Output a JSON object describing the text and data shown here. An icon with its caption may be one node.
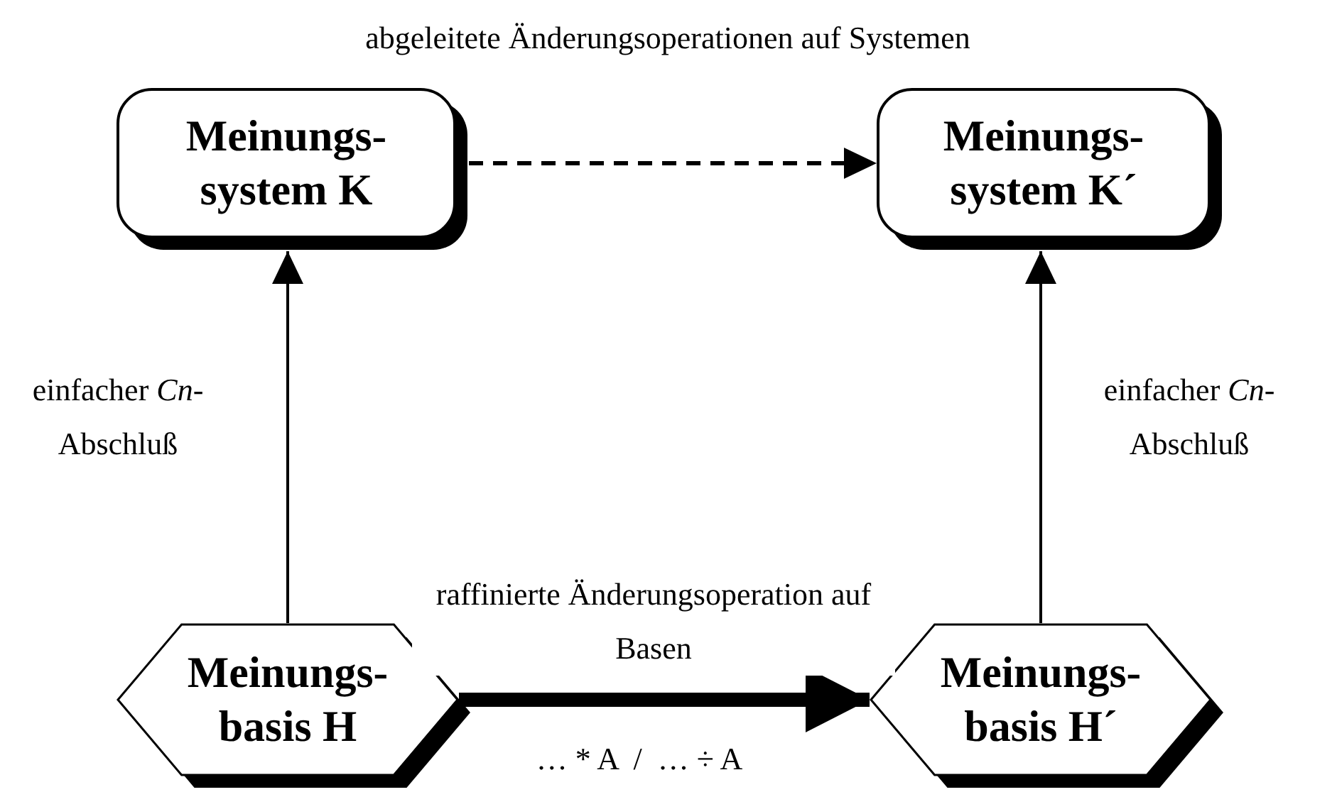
{
  "diagram": {
    "nodes": [
      {
        "text": [
          "Meinungs- system K"
        ]
      },
      {
        "text": [
          "Meinungs- system K´"
        ]
      },
      {
        "text": [
          "Meinungs- basis H"
        ]
      },
      {
        "text": [
          "Meinungs- basis H´"
        ]
      }
    ],
    "edges": [
      {
        "from": 0,
        "to": 1,
        "arrow": "to",
        "style": "dashed",
        "label": "abgeleitete Änderungsoperationen auf Systemen"
      },
      {
        "from": 2,
        "to": 0,
        "arrow": "to",
        "label": "einfacher *Cn*-Abschluß"
      },
      {
        "from": 3,
        "to": 1,
        "arrow": "to",
        "label": "einfacher *Cn*-Abschluß"
      },
      {
        "from": 2,
        "to": 3,
        "arrow": "to",
        "style": "thick",
        "label": "raffinierte Änderungsoperation auf Basen"
      }
    ],
    "labels": [
      "… * A  /  … ÷ A"
    ]
  }
}
